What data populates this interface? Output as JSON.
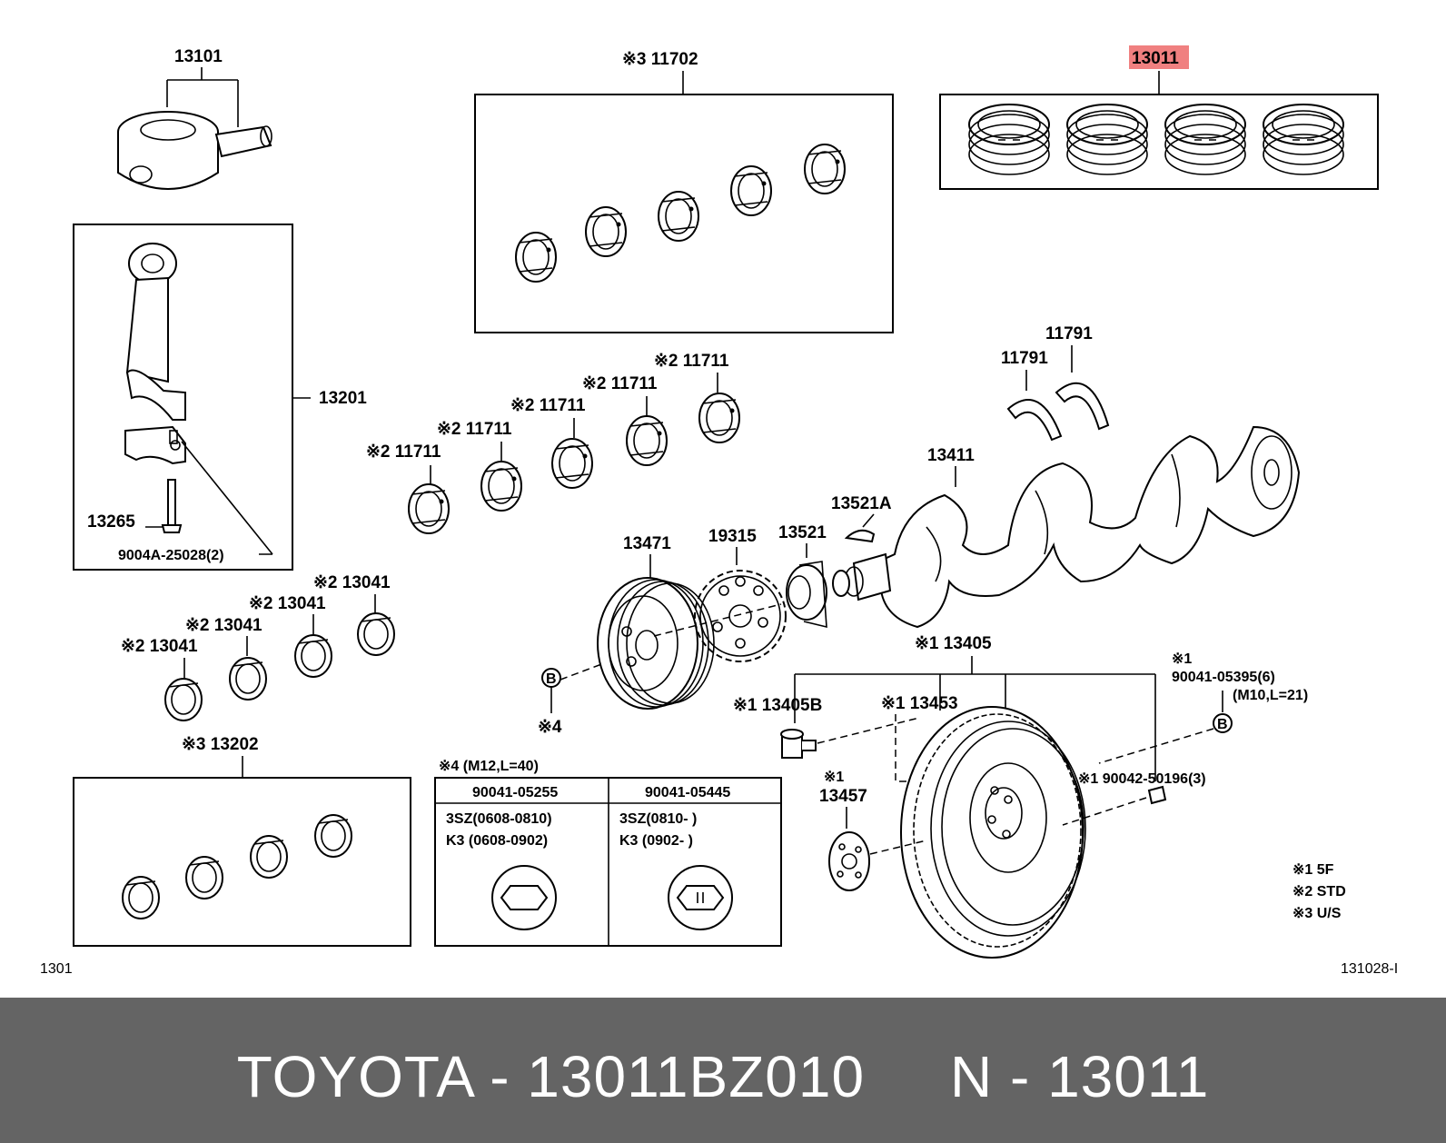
{
  "diagram": {
    "highlight_color": "#f08080",
    "highlighted_part": "13011",
    "labels": {
      "piston": "13101",
      "bearing_set_top": "※3 11702",
      "ring_set": "13011",
      "conrod": "13201",
      "bolt": "13265",
      "conrod_pin": "9004A-25028(2)",
      "main_bearing_1": "※2 11711",
      "main_bearing_2": "※2 11711",
      "main_bearing_3": "※2 11711",
      "main_bearing_4": "※2 11711",
      "main_bearing_5": "※2 11711",
      "thrust_a": "11791",
      "thrust_b": "11791",
      "crankshaft": "13411",
      "key": "13521A",
      "pulley": "13471",
      "sprocket": "19315",
      "gear": "13521",
      "rod_bearing_1": "※2 13041",
      "rod_bearing_2": "※2 13041",
      "rod_bearing_3": "※2 13041",
      "rod_bearing_4": "※2 13041",
      "flywheel": "※1 13405",
      "flywheel_bolt": "※1 13405B",
      "ring_gear": "※1 13453",
      "plate_mark": "※1",
      "plate": "13457",
      "bolt_b_mark": "※1",
      "bolt_b_code": "90041-05395(6)",
      "bolt_b_spec": "(M10,L=21)",
      "pin": "※1 90042-50196(3)",
      "b_marker_left": "B",
      "b_marker_right": "B",
      "note4": "※4",
      "bearing_set_bottom": "※3 13202"
    },
    "bolt_table": {
      "title": "※4 (M12,L=40)",
      "col1_header": "90041-05255",
      "col2_header": "90041-05445",
      "col1_row1": "3SZ(0608-0810)",
      "col1_row2": "K3  (0608-0902)",
      "col2_row1": "3SZ(0810-     )",
      "col2_row2": "K3  (0902-     )"
    },
    "legend": {
      "row1": "※1  5F",
      "row2": "※2  STD",
      "row3": "※3  U/S"
    },
    "page_code": "1301",
    "figure_code": "131028-I"
  },
  "footer": {
    "title": "TOYOTA - 13011BZ010     N - 13011"
  }
}
